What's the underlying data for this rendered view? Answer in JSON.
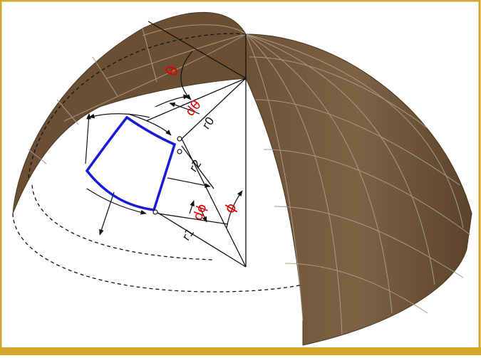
{
  "figure": {
    "labels": {
      "theta": "θ",
      "d_theta": "dθ",
      "phi": "ϕ",
      "d_phi": "dϕ",
      "r0": "r0",
      "r1": "r1",
      "r2": "r2"
    }
  },
  "colors": {
    "frame": "#d4a82a",
    "shell_light": "#7a5f42",
    "shell_dark": "#5a4228",
    "mesh": "#a89a88",
    "element": "#1a1ad6",
    "symbol_red": "#e00000",
    "line": "#111111"
  }
}
